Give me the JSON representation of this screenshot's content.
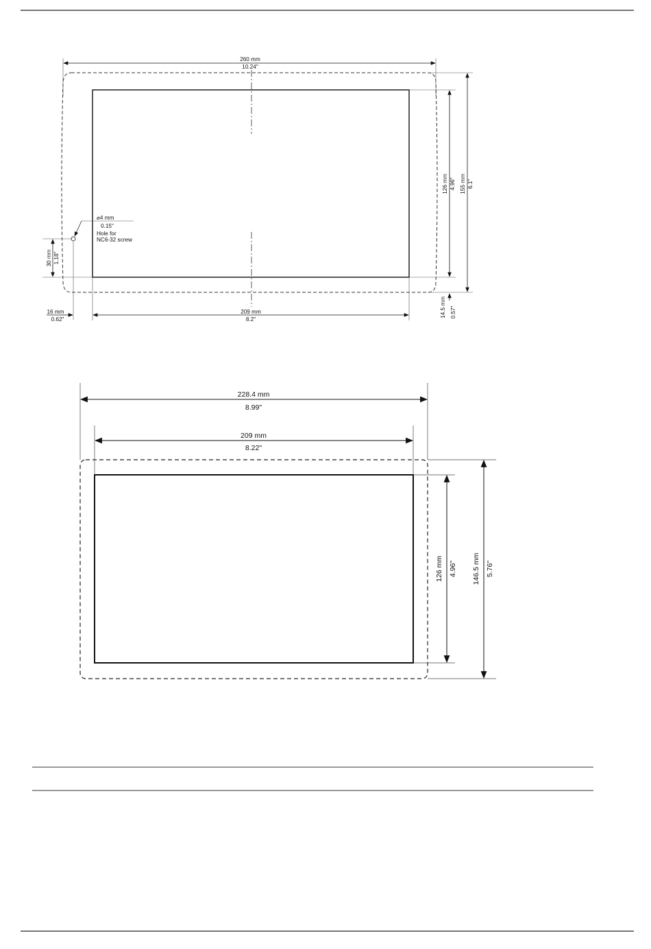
{
  "drawing1": {
    "width_mm": "260 mm",
    "width_in": "10.24\"",
    "height_mm": "155 mm",
    "height_in": "6.1\"",
    "cutout_height_mm": "126 mm",
    "cutout_height_in": "4.96\"",
    "cutout_width_mm": "209 mm",
    "cutout_width_in": "8.2\"",
    "hole_dia_mm": "⌀4 mm",
    "hole_dia_in": "0.15\"",
    "hole_note_1": "Hole for",
    "hole_note_2": "NC6-32 screw",
    "hole_vertical_mm": "30 mm",
    "hole_vertical_in": "1.18\"",
    "hole_offset_mm": "16 mm",
    "hole_offset_in": "0.62\"",
    "bottom_offset_mm": "14.5 mm",
    "bottom_offset_in": "0.57\""
  },
  "drawing2": {
    "width_mm": "228.4 mm",
    "width_in": "8.99\"",
    "cutout_width_mm": "209 mm",
    "cutout_width_in": "8.22\"",
    "cutout_height_mm": "126 mm",
    "cutout_height_in": "4.96\"",
    "height_mm": "146.5 mm",
    "height_in": "5.76\""
  }
}
